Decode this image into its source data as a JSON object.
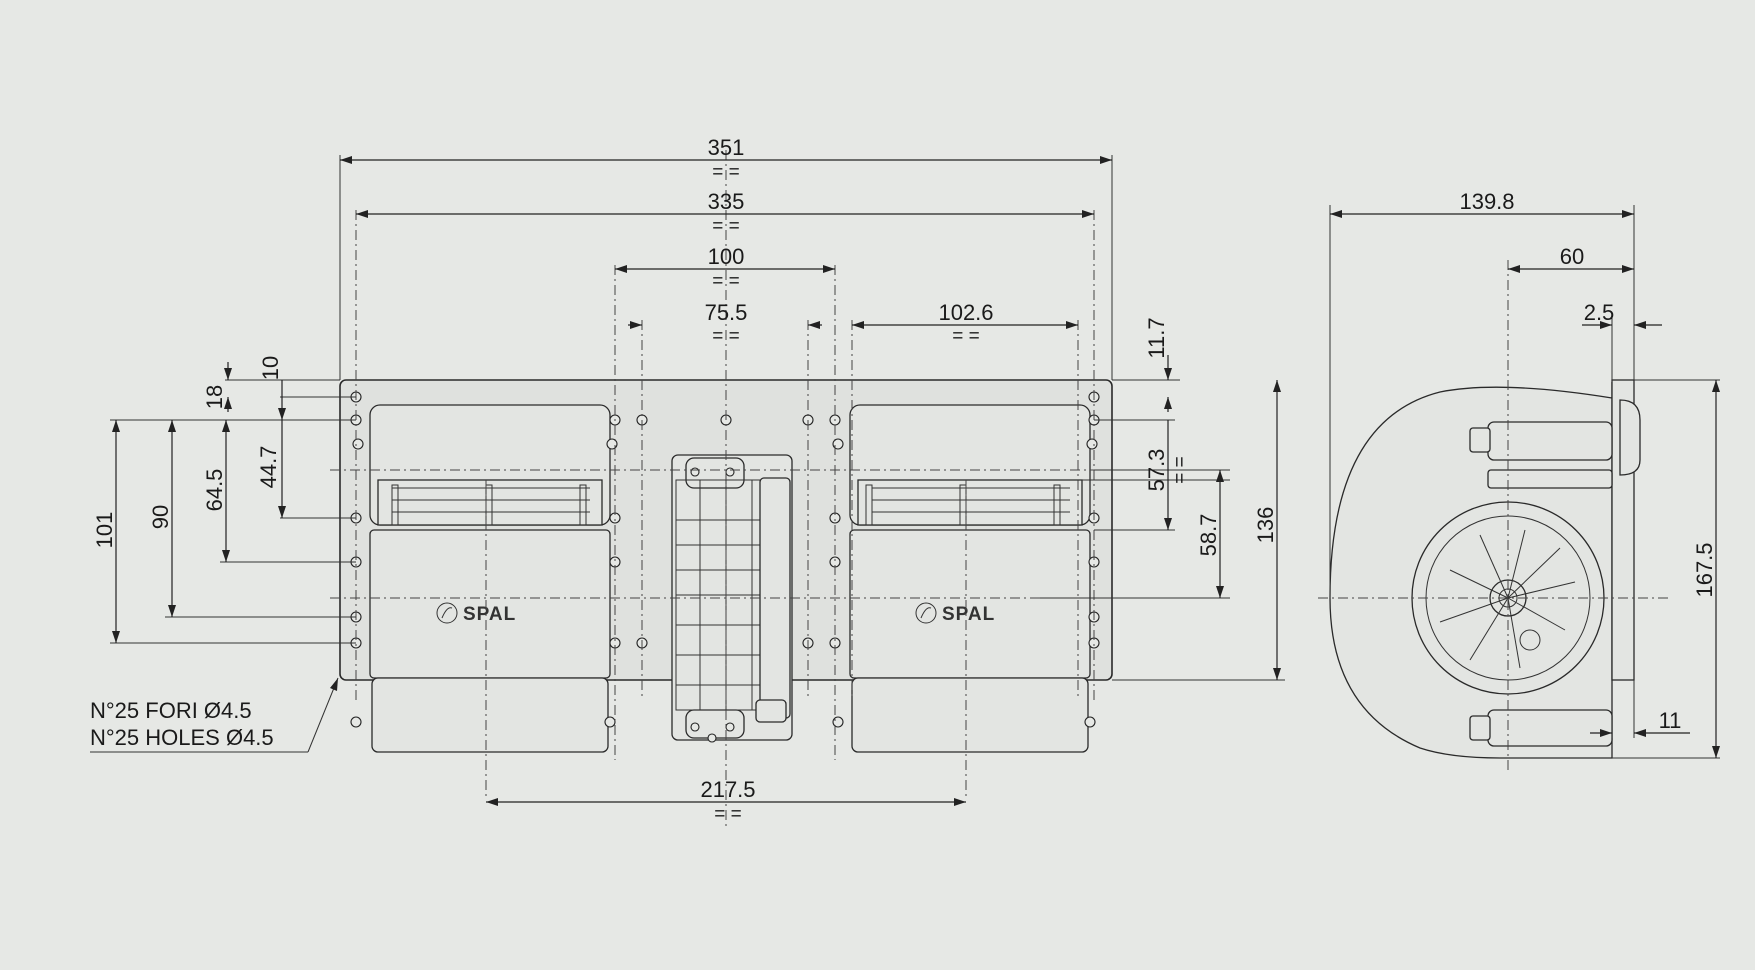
{
  "drawing": {
    "front_view": {
      "dims_horizontal": [
        {
          "id": "w351",
          "label": "351",
          "sym": "= ="
        },
        {
          "id": "w335",
          "label": "335",
          "sym": "= ="
        },
        {
          "id": "w100",
          "label": "100",
          "sym": "= ="
        },
        {
          "id": "w75",
          "label": "75.5",
          "sym": "= ="
        },
        {
          "id": "w102",
          "label": "102.6",
          "sym": "= ="
        },
        {
          "id": "w217",
          "label": "217.5",
          "sym": "= ="
        }
      ],
      "dims_vertical_left": [
        {
          "id": "h10",
          "label": "10"
        },
        {
          "id": "h18",
          "label": "18"
        },
        {
          "id": "h44",
          "label": "44.7"
        },
        {
          "id": "h64",
          "label": "64.5"
        },
        {
          "id": "h90",
          "label": "90"
        },
        {
          "id": "h101",
          "label": "101"
        }
      ],
      "dims_vertical_right": [
        {
          "id": "h11",
          "label": "11.7"
        },
        {
          "id": "h57",
          "label": "57.3",
          "sym": "= ="
        },
        {
          "id": "h58",
          "label": "58.7"
        },
        {
          "id": "h136",
          "label": "136"
        }
      ],
      "logo_text": "SPAL",
      "holes_note_it": "N°25 FORI Ø4.5",
      "holes_note_en": "N°25 HOLES Ø4.5"
    },
    "side_view": {
      "dims_horizontal": [
        {
          "id": "s139",
          "label": "139.8"
        },
        {
          "id": "s60",
          "label": "60"
        },
        {
          "id": "s25",
          "label": "2.5"
        },
        {
          "id": "s11",
          "label": "11"
        }
      ],
      "dims_vertical": [
        {
          "id": "s167",
          "label": "167.5"
        }
      ]
    }
  }
}
